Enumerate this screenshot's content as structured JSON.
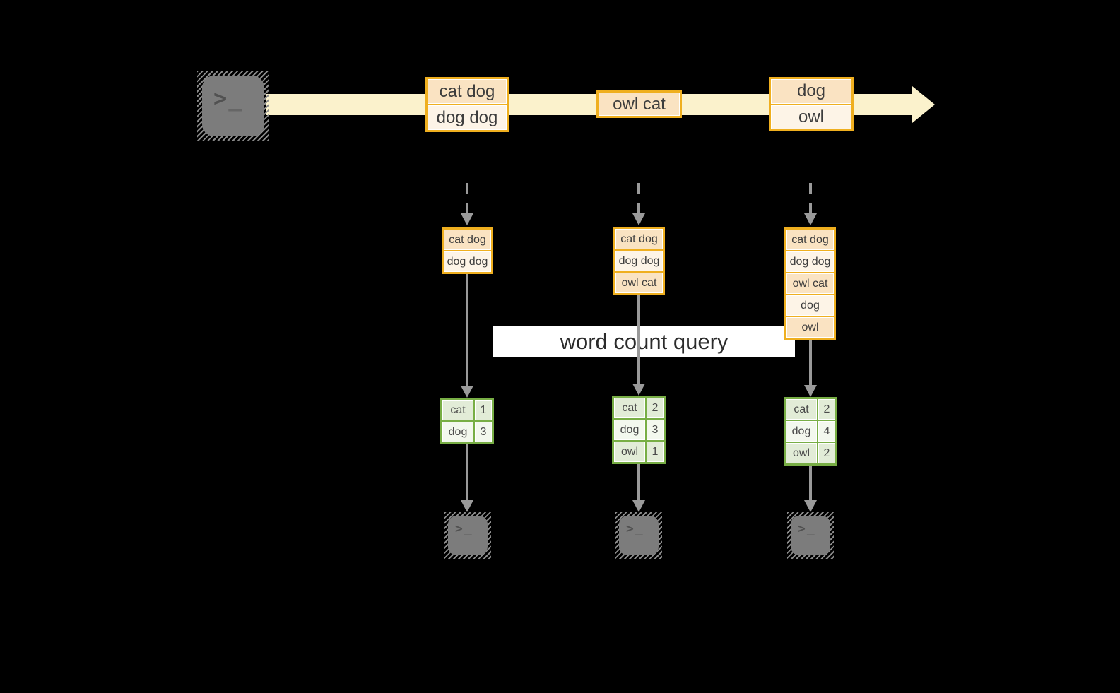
{
  "query_label": "word count query",
  "terminal_icon": {
    "chevron": ">",
    "underscore": "_"
  },
  "stream_batches": [
    {
      "rows": [
        "cat dog",
        "dog dog"
      ]
    },
    {
      "rows": [
        "owl cat"
      ]
    },
    {
      "rows": [
        "dog",
        "owl"
      ]
    }
  ],
  "pipelines": [
    {
      "state_rows": [
        "cat dog",
        "dog dog"
      ],
      "counts": [
        {
          "word": "cat",
          "count": "1"
        },
        {
          "word": "dog",
          "count": "3"
        }
      ]
    },
    {
      "state_rows": [
        "cat dog",
        "dog dog",
        "owl cat"
      ],
      "counts": [
        {
          "word": "cat",
          "count": "2"
        },
        {
          "word": "dog",
          "count": "3"
        },
        {
          "word": "owl",
          "count": "1"
        }
      ]
    },
    {
      "state_rows": [
        "cat dog",
        "dog dog",
        "owl cat",
        "dog",
        "owl"
      ],
      "counts": [
        {
          "word": "cat",
          "count": "2"
        },
        {
          "word": "dog",
          "count": "4"
        },
        {
          "word": "owl",
          "count": "2"
        }
      ]
    }
  ],
  "colors": {
    "background": "#000000",
    "stream_arrow": "#FBF2CC",
    "batch_border": "#EFAF1F",
    "batch_fill_dark": "#FAE3C2",
    "batch_fill_light": "#FDF4E7",
    "count_border": "#78AE45",
    "count_fill_dark": "#E2ECD7",
    "count_fill_light": "#F3F8EE",
    "flow_arrow": "#9A9A9A",
    "terminal_fill": "#7C7C7C",
    "query_label_bg": "#FFFFFF",
    "text": "#3D3D3D"
  }
}
